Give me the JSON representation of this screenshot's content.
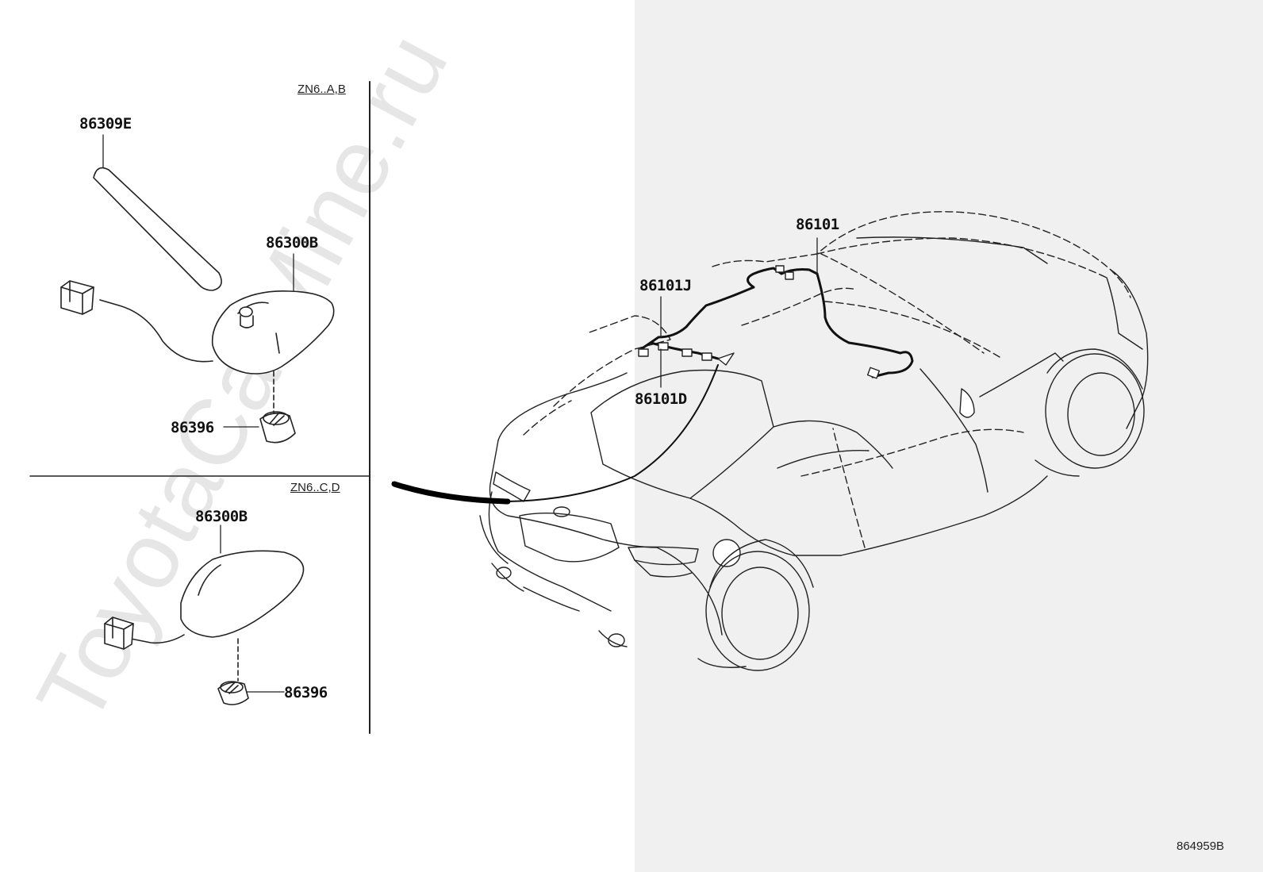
{
  "watermark": "ToyotaCarMine.ru",
  "variants": {
    "top": "ZN6..A,B",
    "bottom": "ZN6..C,D"
  },
  "parts": {
    "rod_antenna": "86309E",
    "antenna_base_top": "86300B",
    "pad_top": "86396",
    "antenna_base_bottom": "86300B",
    "pad_bottom": "86396",
    "cord_main": "86101",
    "cord_j": "86101J",
    "cord_d": "86101D"
  },
  "reference_code": "864959B"
}
